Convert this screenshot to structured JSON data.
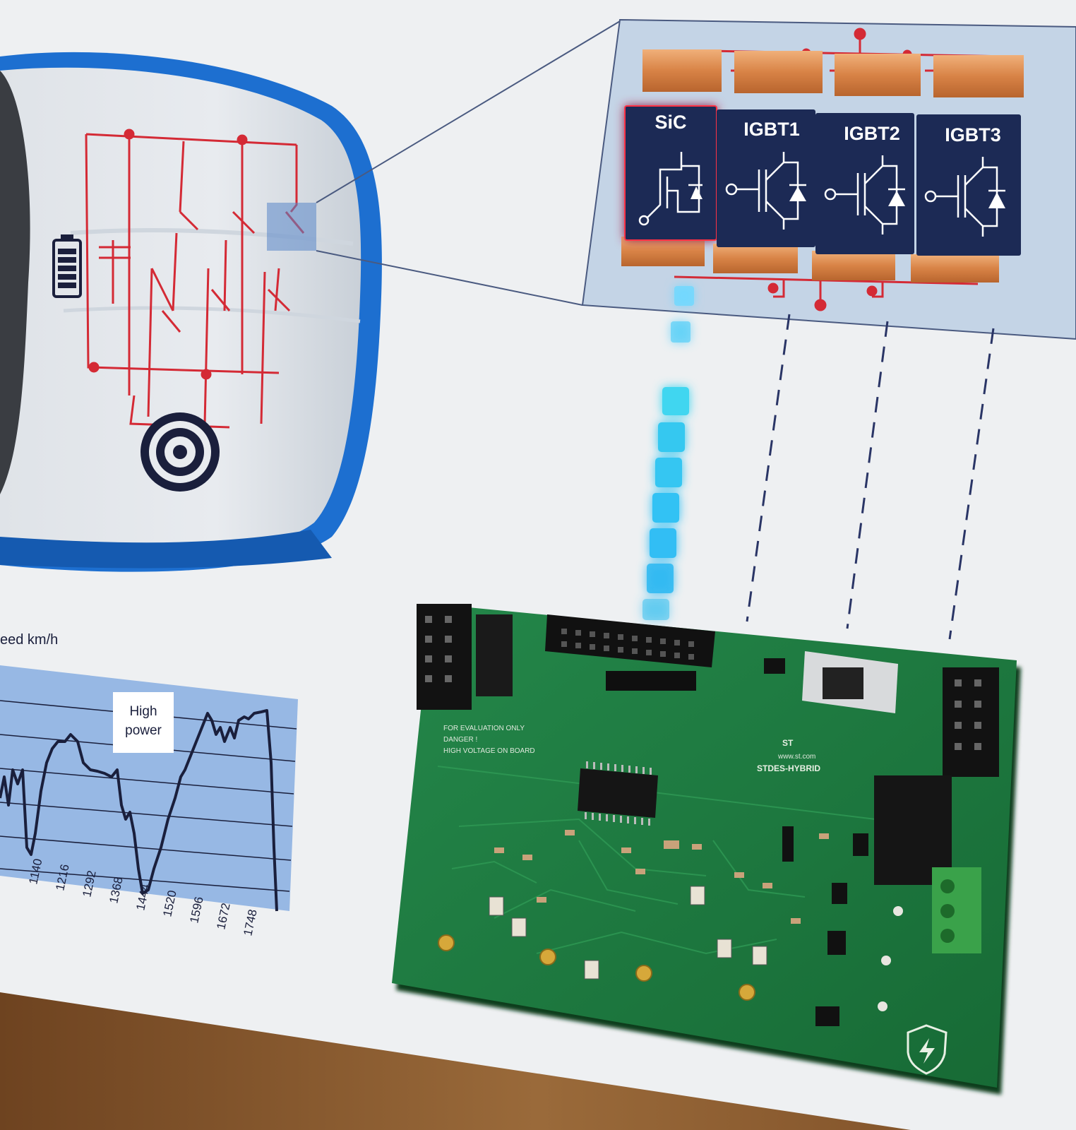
{
  "poster": {
    "chips": [
      "SiC",
      "IGBT1",
      "IGBT2",
      "IGBT3"
    ],
    "chart": {
      "title_fragment": "eed km/h",
      "badge_line1": "High",
      "badge_line2": "power",
      "ticks": [
        "1140",
        "1216",
        "1292",
        "1368",
        "1444",
        "1520",
        "1596",
        "1672",
        "1748"
      ]
    }
  },
  "board": {
    "logo": "ST",
    "url": "www.st.com",
    "model": "STDES-HYBRID",
    "notice_line1": "FOR EVALUATION ONLY",
    "notice_line2": "DANGER !",
    "notice_line3": "HIGH VOLTAGE ON BOARD"
  },
  "colors": {
    "poster_bg": "#eef0f2",
    "highlight_panel": "#c4d4e6",
    "circuit_red": "#d42a35",
    "car_blue": "#1d6fd0",
    "chip_navy": "#1c2a55",
    "copper": "#d9874a",
    "pcb_green": "#1f7a3f",
    "led_cyan": "#35c8f0",
    "table_wood": "#8a5a2e"
  }
}
